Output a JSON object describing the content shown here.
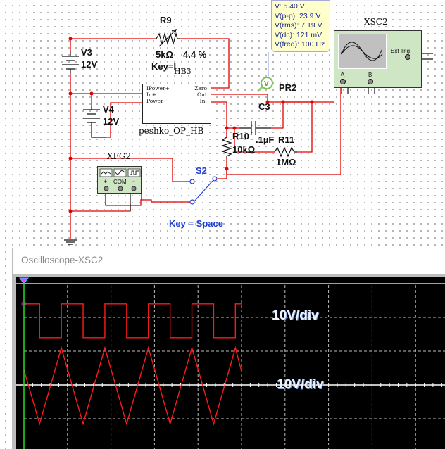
{
  "schematic": {
    "components": {
      "r9": {
        "name": "R9",
        "value": "5kΩ",
        "setting": "4.4 %",
        "key": "Key=I"
      },
      "v3": {
        "name": "V3",
        "value": "12V"
      },
      "v4": {
        "name": "V4",
        "value": "12V"
      },
      "u_ref": "HB3",
      "opamp": {
        "name": "peshko_OP_HB",
        "pins_left": [
          "IPower+",
          "In+",
          "Power-"
        ],
        "pins_right": [
          "Zero",
          "Out",
          "In-"
        ]
      },
      "c3": {
        "name": "C3",
        "value": ".1µF"
      },
      "r10": {
        "name": "R10",
        "value": "10kΩ"
      },
      "r11": {
        "name": "R11",
        "value": "1MΩ"
      },
      "s2": {
        "name": "S2",
        "key": "Key = Space"
      },
      "xfg2": {
        "name": "XFG2",
        "terminals": [
          "+",
          "COM",
          "−"
        ]
      },
      "xsc2": {
        "name": "XSC2",
        "ext_trig": "Ext Trig",
        "channel_a": "A",
        "channel_b": "B"
      },
      "probe": {
        "name": "PR2",
        "icon": "V"
      }
    },
    "probe_readout": {
      "v": "V: 5.40 V",
      "vpp": "V(p-p): 23.9 V",
      "vrms": "V(rms): 7.19 V",
      "vdc": "V(dc): 121 mV",
      "vfreq": "V(freq): 100 Hz"
    },
    "colors": {
      "wire_red": "#e00000",
      "wire_black": "#111111",
      "wire_blue": "#2040d0",
      "label_blue": "#1f3fd6"
    }
  },
  "oscilloscope": {
    "title": "Oscilloscope-XSC2",
    "channel_a_scale": "10V/div",
    "channel_b_scale": "10V/div",
    "trace_color": "#ff1a1a",
    "cursor_color": "#22dd22"
  },
  "chart_data": {
    "type": "line",
    "title": "Oscilloscope-XSC2",
    "grid": true,
    "x_divisions": 10,
    "y_divisions": 5,
    "visible_periods": 5,
    "series": [
      {
        "name": "Channel A (square)",
        "shape": "square",
        "scale": "10V/div",
        "high_div": 2.4,
        "low_div": 1.4,
        "periods": 5,
        "end_fraction_of_screen": 0.5
      },
      {
        "name": "Channel B (triangle)",
        "shape": "triangle",
        "scale": "10V/div",
        "peak_div": 1.1,
        "trough_div": -1.15,
        "periods": 5,
        "start_div": 0.45
      }
    ]
  }
}
